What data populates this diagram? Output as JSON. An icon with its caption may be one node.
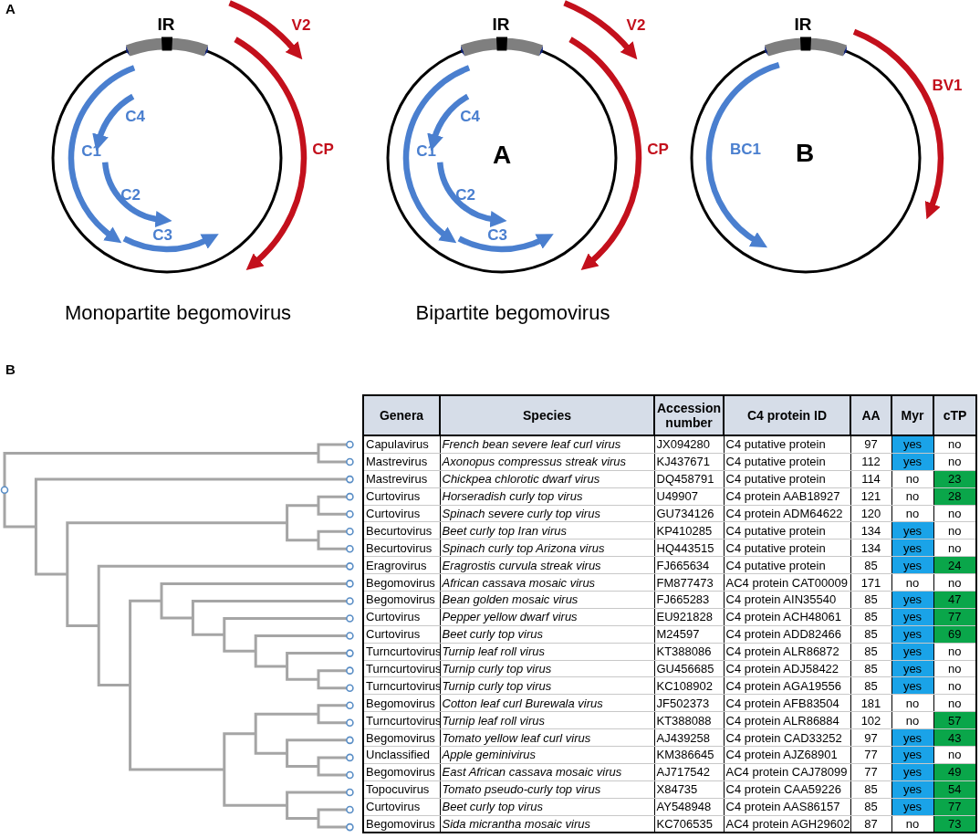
{
  "diagram": {
    "labels": [
      "A",
      "IR",
      "V2",
      "C4",
      "C1",
      "CP",
      "C2",
      "C3",
      "IR",
      "V2",
      "C4",
      "C1",
      "A",
      "CP",
      "C2",
      "C3",
      "IR",
      "BV1",
      "BC1",
      "B",
      "Monopartite begomovirus",
      "Bipartite begomovirus",
      "B",
      "Genera",
      "Species",
      "Accession number",
      "C4 protein ID",
      "AA",
      "Myr",
      "cTP",
      "Capulavirus",
      "French bean severe leaf curl virus",
      "JX094280",
      "C4 putative protein",
      "97",
      "yes",
      "no",
      "Mastrevirus",
      "Axonopus compressus streak virus",
      "KJ437671",
      "C4 putative protein",
      "112",
      "yes",
      "no",
      "Mastrevirus",
      "Chickpea chlorotic dwarf virus",
      "DQ458791",
      "C4 putative protein",
      "114",
      "no",
      "23",
      "Curtovirus",
      "Horseradish curly top virus",
      "U49907",
      "C4 protein AAB18927",
      "121",
      "no",
      "28",
      "Curtovirus",
      "Spinach severe curly top virus",
      "GU734126",
      "C4 protein ADM64622",
      "120",
      "no",
      "no",
      "Becurtovirus",
      "Beet curly top Iran virus",
      "KP410285",
      "C4 putative protein",
      "134",
      "yes",
      "no",
      "Becurtovirus",
      "Spinach curly top Arizona virus",
      "HQ443515",
      "C4 putative protein",
      "134",
      "yes",
      "no",
      "Eragrovirus",
      "Eragrostis curvula streak virus",
      "FJ665634",
      "C4 putative protein",
      "85",
      "yes",
      "24",
      "Begomovirus",
      "African cassava mosaic virus",
      "FM877473",
      "AC4 protein CAT00009",
      "171",
      "no",
      "no",
      "Begomovirus",
      "Bean golden mosaic virus",
      "FJ665283",
      "C4 protein AIN35540",
      "85",
      "yes",
      "47",
      "Curtovirus",
      "Pepper yellow dwarf virus",
      "EU921828",
      "C4 protein ACH48061",
      "85",
      "yes",
      "77",
      "Curtovirus",
      "Beet curly top virus",
      "M24597",
      "C4 protein ADD82466",
      "85",
      "yes",
      "69",
      "Turncurtovirus",
      "Turnip leaf roll virus",
      "KT388086",
      "C4 protein ALR86872",
      "85",
      "yes",
      "no",
      "Turncurtovirus",
      "Turnip curly top virus",
      "GU456685",
      "C4 protein ADJ58422",
      "85",
      "yes",
      "no",
      "Turncurtovirus",
      "Turnip curly top virus",
      "KC108902",
      "C4 protein AGA19556",
      "85",
      "yes",
      "no",
      "Begomovirus",
      "Cotton leaf curl Burewala virus",
      "JF502373",
      "C4 protein AFB83504",
      "181",
      "no",
      "no",
      "Turncurtovirus",
      "Turnip leaf roll virus",
      "KT388088",
      "C4 protein ALR86884",
      "102",
      "no",
      "57",
      "Begomovirus",
      "Tomato yellow leaf curl virus",
      "AJ439258",
      "C4 protein CAD33252",
      "97",
      "yes",
      "43",
      "Unclassified",
      "Apple geminivirus",
      "KM386645",
      "C4 protein AJZ68901",
      "77",
      "yes",
      "no",
      "Begomovirus",
      "East African cassava mosaic virus",
      "AJ717542",
      "AC4 protein CAJ78099",
      "77",
      "yes",
      "49",
      "Topocuvirus",
      "Tomato pseudo-curly top virus",
      "X84735",
      "C4 protein CAA59226",
      "85",
      "yes",
      "54",
      "Curtovirus",
      "Beet curly top virus",
      "AY548948",
      "C4 protein AAS86157",
      "85",
      "yes",
      "77",
      "Begomovirus",
      "Sida micrantha mosaic virus",
      "KC706535",
      "AC4 protein AGH29602",
      "87",
      "no",
      "73"
    ]
  }
}
